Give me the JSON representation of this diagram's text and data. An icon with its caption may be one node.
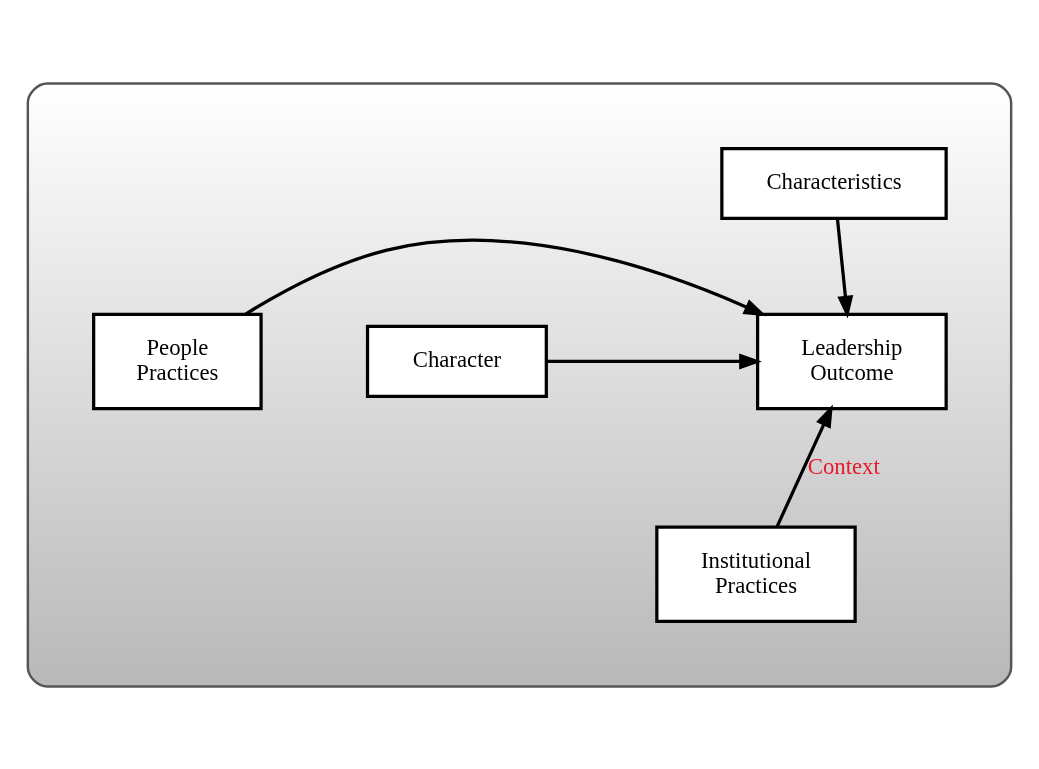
{
  "diagram": {
    "nodes": [
      {
        "text": [],
        "shape": "ellipse"
      },
      {
        "text": [
          "Characteristics"
        ],
        "in": 0
      },
      {
        "text": [
          "Character"
        ],
        "in": 0
      },
      {
        "text": [
          "Leadership Outcome"
        ],
        "in": 0
      },
      {
        "text": [
          "People Practices"
        ],
        "in": 0
      },
      {
        "text": [
          "Institutional Practices"
        ],
        "in": 0
      }
    ],
    "edges": [
      {
        "from": 1,
        "to": 3,
        "arrow": "to"
      },
      {
        "from": 2,
        "to": 3,
        "arrow": "to"
      },
      {
        "from": 4,
        "to": 3,
        "arrow": "to"
      },
      {
        "from": 5,
        "to": 3,
        "label": "Context",
        "arrow": "to"
      }
    ]
  }
}
